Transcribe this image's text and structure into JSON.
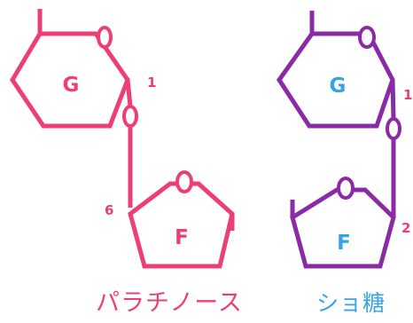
{
  "colors": {
    "palatinose": "#ee3f74",
    "sucrose_ring": "#8b2aa5",
    "sucrose_label": "#36a3e3"
  },
  "left_structure": {
    "glucose_label": "G",
    "fructose_label": "F",
    "position_1": "1",
    "position_6": "6",
    "caption": "パラチノース"
  },
  "right_structure": {
    "glucose_label": "G",
    "fructose_label": "F",
    "position_1": "1",
    "position_2": "2",
    "caption": "ショ糖"
  }
}
